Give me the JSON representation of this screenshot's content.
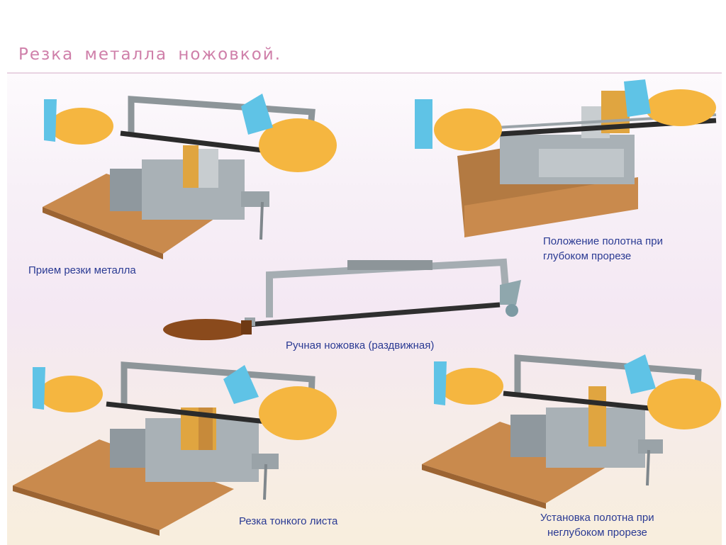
{
  "title": "Резка металла ножовкой.",
  "captions": {
    "top_left": "Прием резки металла",
    "top_right_line1": "Положение полотна при",
    "top_right_line2": "глубоком  прорезе",
    "center": "Ручная ножовка (раздвижная)",
    "bottom_left": "Резка тонкого листа",
    "bottom_right_line1": "Установка  полотна при",
    "bottom_right_line2": "неглубоком  прорезе"
  },
  "colors": {
    "title": "#cf7fa9",
    "caption": "#2a3a93",
    "wood": "#c98a4d",
    "vise": "#9aa3a8",
    "hand": "#f5b640",
    "cuff": "#5fc3e6",
    "handle": "#8a4a1c"
  }
}
